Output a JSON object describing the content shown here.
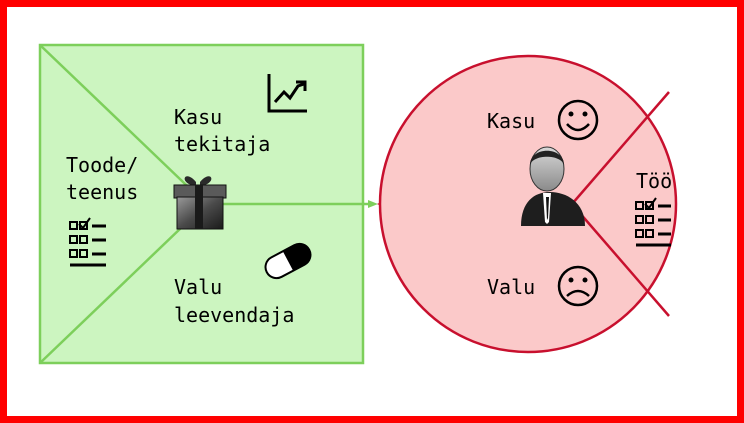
{
  "colors": {
    "frame": "#ff0000",
    "square_fill": "#ccf5c0",
    "square_stroke": "#7dcf5b",
    "circle_fill": "#fbc9c9",
    "circle_stroke": "#c8102e"
  },
  "value_map": {
    "gain_creators_label": [
      "Kasu",
      "tekitaja"
    ],
    "products_services_label": [
      "Toode/",
      "teenus"
    ],
    "pain_relievers_label": [
      "Valu",
      "leevendaja"
    ],
    "icons": [
      "growth-chart-icon",
      "gift-box-icon",
      "checklist-icon",
      "pill-icon"
    ]
  },
  "customer_profile": {
    "gains_label": "Kasu",
    "jobs_label": "Töö",
    "pains_label": "Valu",
    "icons": [
      "smiley-icon",
      "person-icon",
      "checklist-icon",
      "sad-face-icon"
    ]
  }
}
